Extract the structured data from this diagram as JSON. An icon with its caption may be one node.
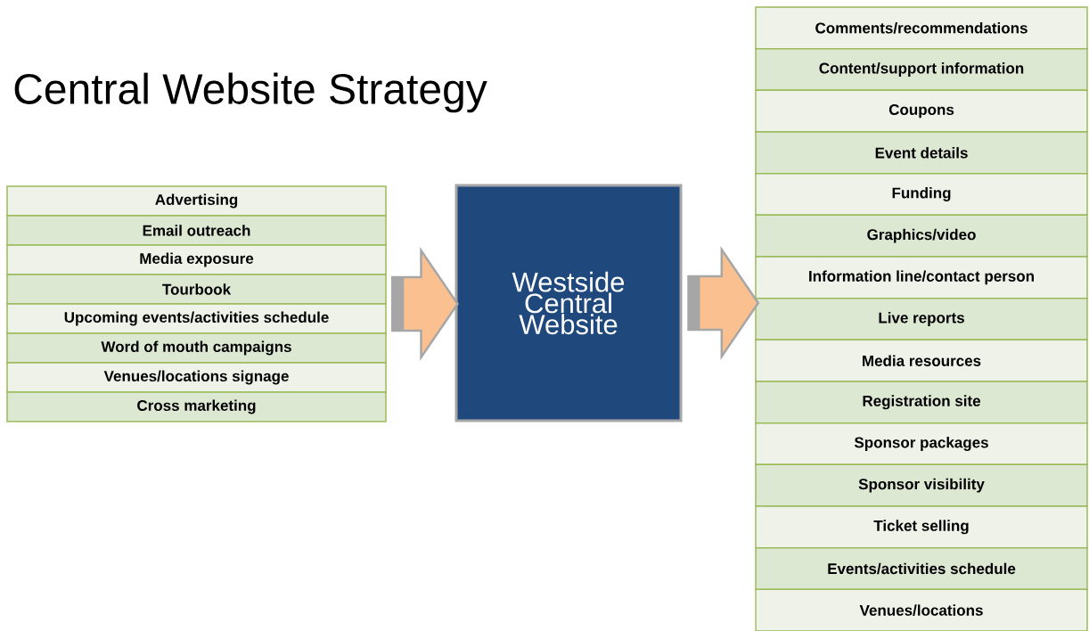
{
  "diagram": {
    "title": "Central Website Strategy",
    "nodes": [
      {
        "text": [
          "Advertising",
          "Email outreach",
          "Media exposure",
          "Tourbook",
          "Upcoming events/activities schedule",
          "Word of mouth campaigns",
          "Venues/locations signage",
          "Cross marketing"
        ]
      },
      {
        "text": [
          "Westside Central Website"
        ]
      },
      {
        "text": [
          "Comments/recommendations",
          "Content/support information",
          "Coupons",
          "Event details",
          "Funding",
          "Graphics/video",
          "Information line/contact person",
          "Live reports",
          "Media resources",
          "Registration site",
          "Sponsor packages",
          "Sponsor visibility",
          "Ticket selling",
          "Events/activities schedule",
          "Venues/locations"
        ]
      }
    ],
    "edges": [
      {
        "from": 0,
        "to": 1,
        "arrow": "to"
      },
      {
        "from": 1,
        "to": 2,
        "arrow": "to"
      }
    ]
  }
}
